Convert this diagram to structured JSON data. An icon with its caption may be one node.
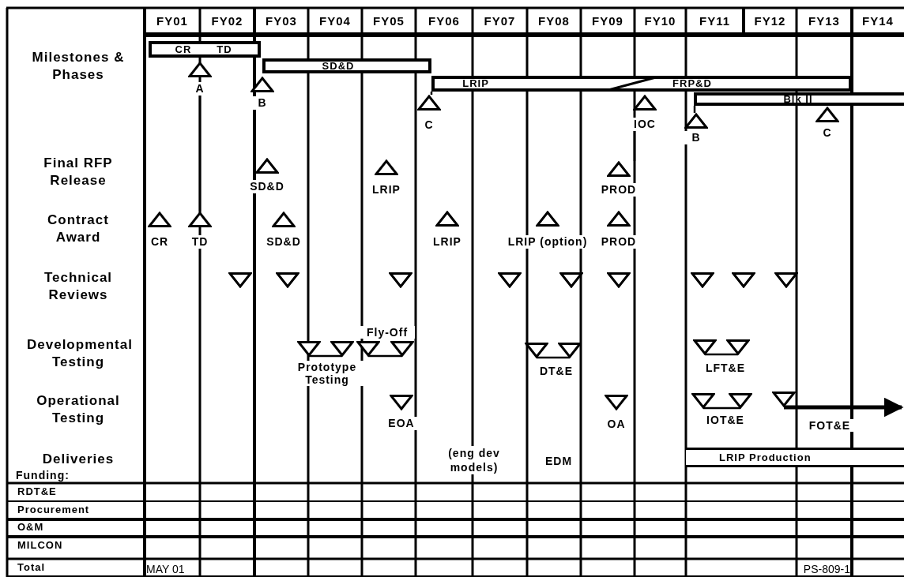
{
  "diagram": {
    "nodes": [
      {
        "text": [
          "CR",
          "TD"
        ]
      },
      {
        "text": [
          "A"
        ]
      },
      {
        "text": [
          "SD&D"
        ]
      },
      {
        "text": [
          "B"
        ]
      },
      {
        "text": [
          "LRIP",
          "FRP&D"
        ]
      },
      {
        "text": [
          "C"
        ]
      },
      {
        "text": [
          "IOC"
        ]
      },
      {
        "text": [
          "Blk II"
        ]
      },
      {
        "text": [
          "B"
        ]
      },
      {
        "text": [
          "C"
        ]
      },
      {
        "text": [
          "SD&D"
        ]
      },
      {
        "text": [
          "LRIP"
        ]
      },
      {
        "text": [
          "PROD"
        ]
      },
      {
        "text": [
          "CR"
        ]
      },
      {
        "text": [
          "TD"
        ]
      },
      {
        "text": [
          "SD&D"
        ]
      },
      {
        "text": [
          "LRIP"
        ]
      },
      {
        "text": [
          "LRIP (option)"
        ]
      },
      {
        "text": [
          "PROD"
        ]
      },
      {
        "text": [],
        "shape": "triangle"
      },
      {
        "text": [],
        "shape": "triangle"
      },
      {
        "text": [],
        "shape": "triangle"
      },
      {
        "text": [],
        "shape": "triangle"
      },
      {
        "text": [],
        "shape": "triangle"
      },
      {
        "text": [],
        "shape": "triangle"
      },
      {
        "text": [],
        "shape": "triangle"
      },
      {
        "text": [],
        "shape": "triangle"
      },
      {
        "text": [],
        "shape": "triangle"
      },
      {
        "text": [],
        "shape": "triangle"
      },
      {
        "text": [],
        "shape": "triangle"
      },
      {
        "text": [],
        "shape": "triangle"
      },
      {
        "text": [],
        "shape": "triangle"
      },
      {
        "text": [],
        "shape": "triangle"
      },
      {
        "text": [],
        "shape": "triangle"
      },
      {
        "text": [],
        "shape": "triangle"
      },
      {
        "text": [],
        "shape": "triangle"
      },
      {
        "text": [
          "EOA"
        ]
      },
      {
        "text": [
          "OA"
        ]
      },
      {
        "text": [],
        "shape": "triangle"
      },
      {
        "text": [],
        "shape": "triangle"
      },
      {
        "text": [],
        "shape": "triangle"
      },
      {
        "text": [
          "LRIP Production"
        ]
      }
    ],
    "edges": [
      {
        "from": 1,
        "to": 14,
        "arrow": "none"
      },
      {
        "from": 3,
        "to": 10,
        "arrow": "none"
      },
      {
        "from": 4,
        "to": 5,
        "arrow": "none"
      },
      {
        "from": 6,
        "to": 12,
        "arrow": "none"
      },
      {
        "from": 7,
        "to": 8,
        "arrow": "none"
      },
      {
        "from": 28,
        "to": 29,
        "arrow": "none",
        "label": "Prototype Testing"
      },
      {
        "from": 30,
        "to": 31,
        "arrow": "none",
        "label": "Fly-Off"
      },
      {
        "from": 32,
        "to": 33,
        "arrow": "none",
        "label": "DT&E"
      },
      {
        "from": 34,
        "to": 35,
        "arrow": "none",
        "label": "LFT&E"
      },
      {
        "from": 38,
        "to": 39,
        "arrow": "none",
        "label": "IOT&E"
      },
      {
        "from": 40,
        "to": null,
        "arrow": "to",
        "style": "thick",
        "label": "FOT&E"
      }
    ],
    "labels": [
      "FY01",
      "FY02",
      "FY03",
      "FY04",
      "FY05",
      "FY06",
      "FY07",
      "FY08",
      "FY09",
      "FY10",
      "FY11",
      "FY12",
      "FY13",
      "FY14",
      "Milestones & Phases",
      "Final RFP Release",
      "Contract Award",
      "Technical Reviews",
      "Developmental Testing",
      "Operational Testing",
      "Deliveries",
      "(eng dev models)",
      "EDM",
      "Funding:",
      "RDT&E",
      "Procurement",
      "O&M",
      "MILCON",
      "Total",
      "MAY 01",
      "PS-809-1"
    ]
  }
}
